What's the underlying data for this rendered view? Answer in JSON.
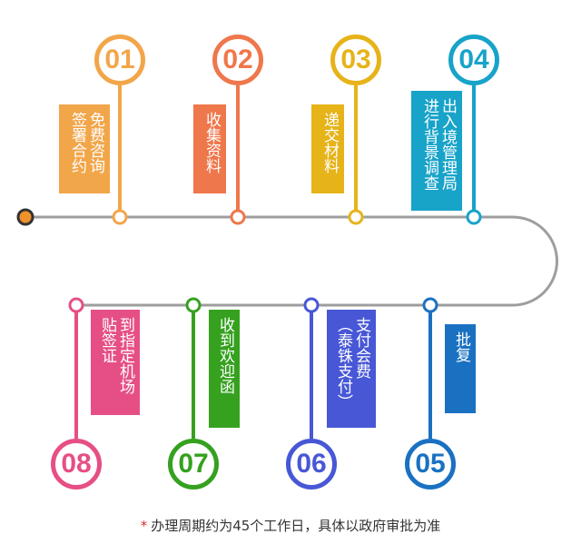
{
  "colors": {
    "line": "#9e9e9e",
    "start_dot": "#f0922c"
  },
  "steps": [
    {
      "number": "01",
      "label": "免费咨询\n签署合约",
      "color": "#f2a64a"
    },
    {
      "number": "02",
      "label": "收集资料",
      "color": "#ef774c"
    },
    {
      "number": "03",
      "label": "递交材料",
      "color": "#e6b319"
    },
    {
      "number": "04",
      "label": "出入境管理局\n进行背景调查",
      "color": "#18a3c9"
    },
    {
      "number": "05",
      "label": "批复",
      "color": "#1a71c2"
    },
    {
      "number": "06",
      "label": "支付会费\n（泰铢支付）",
      "color": "#4757d6"
    },
    {
      "number": "07",
      "label": "收到欢迎函",
      "color": "#35a11f"
    },
    {
      "number": "08",
      "label": "到指定机场\n贴签证",
      "color": "#e64f86"
    }
  ],
  "note": {
    "mark": "*",
    "text": "办理周期约为45个工作日，具体以政府审批为准"
  }
}
